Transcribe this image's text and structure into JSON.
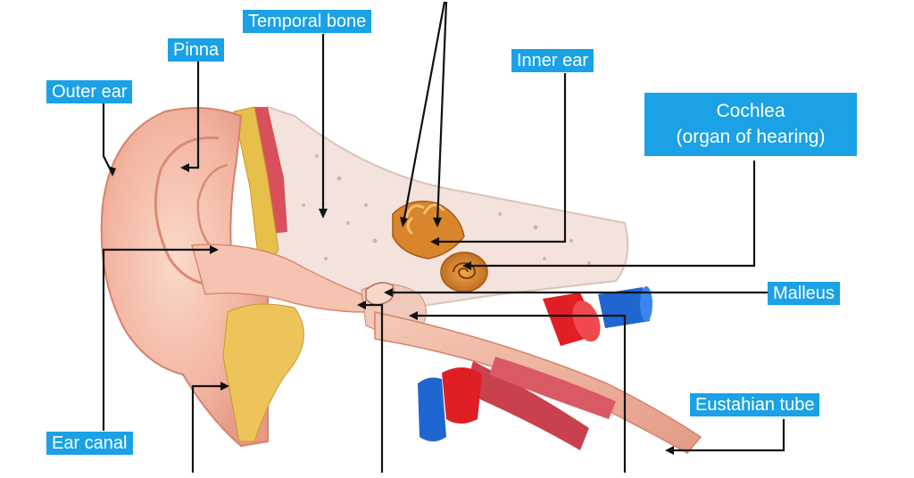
{
  "labels": {
    "outer_ear": "Outer ear",
    "pinna": "Pinna",
    "temporal_bone": "Temporal bone",
    "inner_ear": "Inner ear",
    "cochlea_line1": "Cochlea",
    "cochlea_line2": "(organ of hearing)",
    "malleus": "Malleus",
    "eustachian_tube": "Eustahian tube",
    "ear_canal": "Ear canal"
  },
  "colors": {
    "label_bg": "#1aa1e6",
    "label_text": "#ffffff",
    "skin": "#f2b8a4",
    "bone": "#f3e3dc",
    "cartilage": "#e6c04a",
    "inner_ear": "#d9852b",
    "artery": "#e01e25",
    "vein": "#1f66d1",
    "muscle": "#c9404f"
  }
}
